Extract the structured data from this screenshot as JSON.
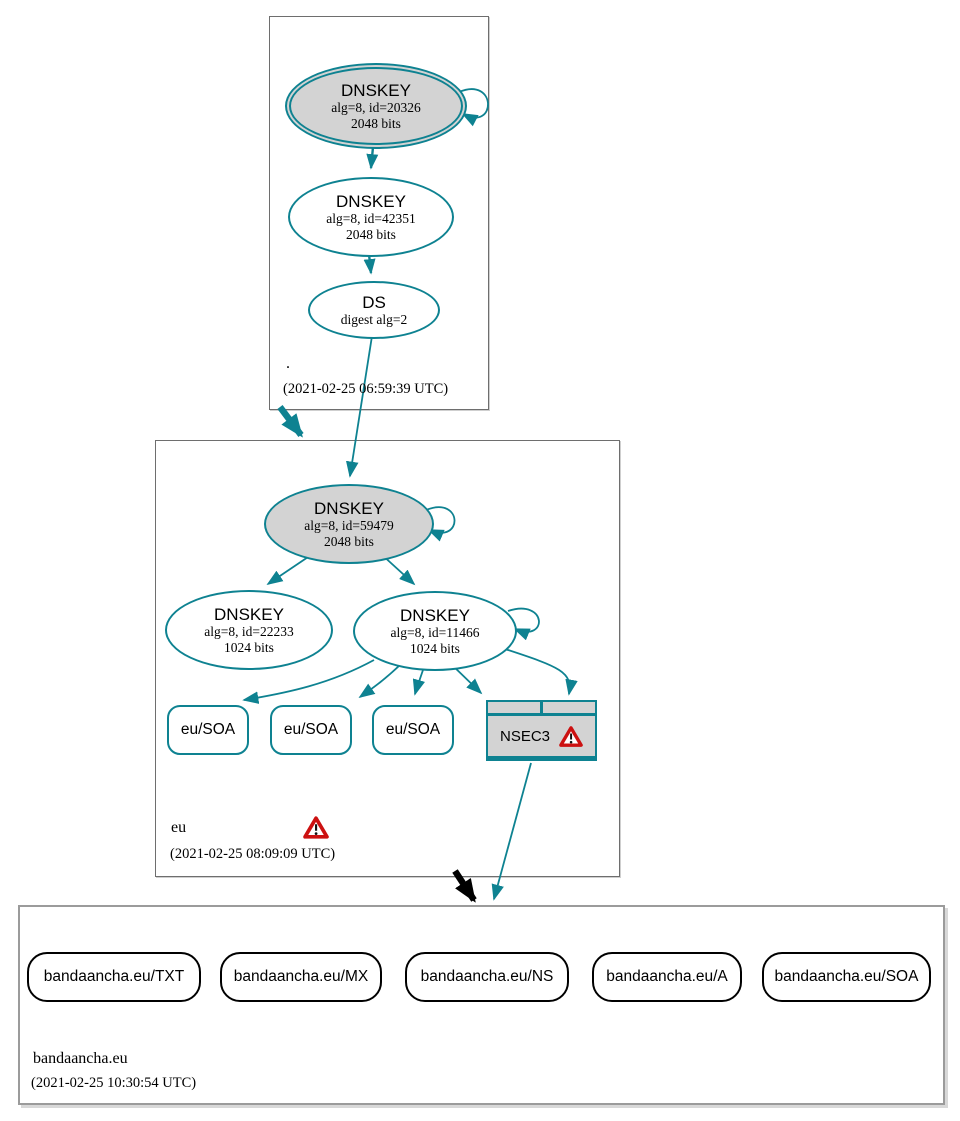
{
  "colors": {
    "teal": "#0e8291",
    "node_fill_gray": "#d3d3d3",
    "warning_red": "#cc1111",
    "delegation_black": "#000000"
  },
  "zones": {
    "root": {
      "label": ".",
      "timestamp": "(2021-02-25 06:59:39 UTC)"
    },
    "eu": {
      "label": "eu",
      "timestamp": "(2021-02-25 08:09:09 UTC)",
      "has_warning": true
    },
    "bandaancha": {
      "label": "bandaancha.eu",
      "timestamp": "(2021-02-25 10:30:54 UTC)"
    }
  },
  "nodes": {
    "root_ksk": {
      "title": "DNSKEY",
      "line1": "alg=8, id=20326",
      "line2": "2048 bits"
    },
    "root_zsk": {
      "title": "DNSKEY",
      "line1": "alg=8, id=42351",
      "line2": "2048 bits"
    },
    "root_ds": {
      "title": "DS",
      "line1": "digest alg=2"
    },
    "eu_ksk": {
      "title": "DNSKEY",
      "line1": "alg=8, id=59479",
      "line2": "2048 bits"
    },
    "eu_zsk_22233": {
      "title": "DNSKEY",
      "line1": "alg=8, id=22233",
      "line2": "1024 bits"
    },
    "eu_zsk_11466": {
      "title": "DNSKEY",
      "line1": "alg=8, id=11466",
      "line2": "1024 bits"
    },
    "eu_soa_1": {
      "label": "eu/SOA"
    },
    "eu_soa_2": {
      "label": "eu/SOA"
    },
    "eu_soa_3": {
      "label": "eu/SOA"
    },
    "nsec3": {
      "label": "NSEC3",
      "has_warning": true
    },
    "ba_txt": {
      "label": "bandaancha.eu/TXT"
    },
    "ba_mx": {
      "label": "bandaancha.eu/MX"
    },
    "ba_ns": {
      "label": "bandaancha.eu/NS"
    },
    "ba_a": {
      "label": "bandaancha.eu/A"
    },
    "ba_soa": {
      "label": "bandaancha.eu/SOA"
    }
  }
}
